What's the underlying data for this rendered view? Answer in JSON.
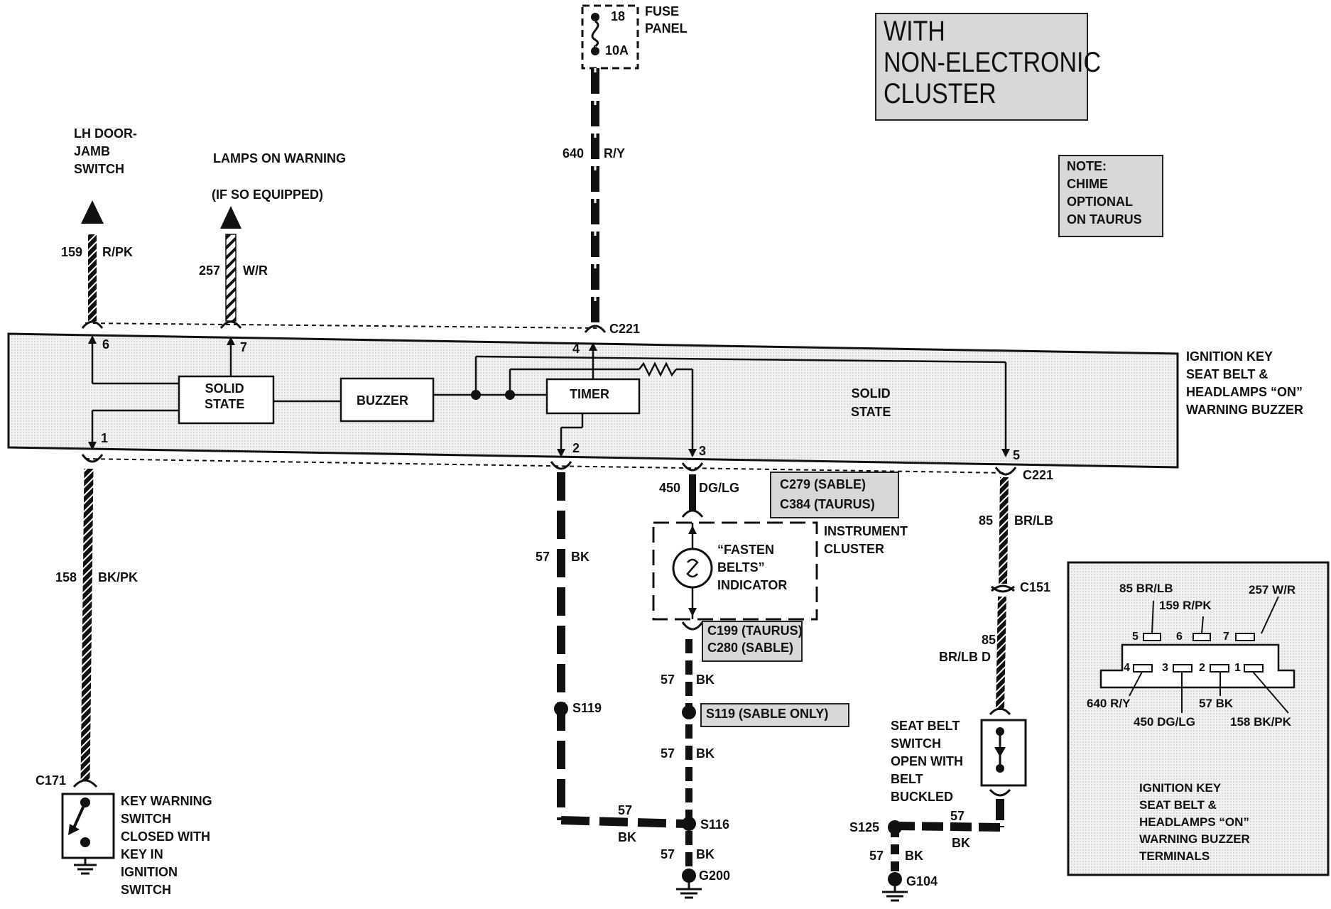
{
  "header_box": {
    "lines": [
      "WITH",
      "NON-ELECTRONIC",
      "CLUSTER"
    ]
  },
  "note_box": {
    "lines": [
      "NOTE:",
      "CHIME",
      "OPTIONAL",
      "ON TAURUS"
    ]
  },
  "fuse": {
    "number": "18",
    "rating": "10A",
    "label_lines": [
      "FUSE",
      "PANEL"
    ]
  },
  "circuits": {
    "c640": {
      "num": "640",
      "color": "R/Y"
    },
    "c159": {
      "num": "159",
      "color": "R/PK"
    },
    "c257": {
      "num": "257",
      "color": "W/R"
    },
    "c158": {
      "num": "158",
      "color": "BK/PK"
    },
    "c450": {
      "num": "450",
      "color": "DG/LG"
    },
    "c85a": {
      "num": "85",
      "color": "BR/LB"
    },
    "c85b": {
      "num": "85",
      "color": "BR/LB D"
    },
    "c57a": {
      "num": "57",
      "color": "BK"
    },
    "c57b": {
      "num": "57",
      "color": "BK"
    },
    "c57c": {
      "num": "57",
      "color": "BK"
    },
    "c57d": {
      "num": "57",
      "color": "BK"
    },
    "c57e": {
      "num": "57",
      "color": "BK"
    },
    "c57f": {
      "num": "57",
      "color": "BK"
    },
    "c57g": {
      "num": "57",
      "color": "BK"
    }
  },
  "destinations": {
    "lh_door": [
      "LH DOOR-",
      "JAMB",
      "SWITCH"
    ],
    "lamps_on": "LAMPS ON WARNING",
    "if_equipped": "(IF SO EQUIPPED)"
  },
  "connectors": {
    "c221_top": "C221",
    "c221_bottom": "C221",
    "c279_lines": [
      "C279 (SABLE)",
      "C384 (TAURUS)"
    ],
    "c199_lines": [
      "C199 (TAURUS)",
      "C280 (SABLE)"
    ],
    "c151": "C151",
    "c171": "C171"
  },
  "module": {
    "pins": {
      "p1": "1",
      "p2": "2",
      "p3": "3",
      "p4": "4",
      "p5": "5",
      "p6": "6",
      "p7": "7"
    },
    "solid_state_left": [
      "SOLID",
      "STATE"
    ],
    "buzzer": "BUZZER",
    "timer": "TIMER",
    "solid_state_right": [
      "SOLID",
      "STATE"
    ],
    "name_lines": [
      "IGNITION KEY",
      "SEAT BELT &",
      "HEADLAMPS “ON”",
      "WARNING BUZZER"
    ]
  },
  "instrument_cluster": {
    "name_lines": [
      "INSTRUMENT",
      "CLUSTER"
    ],
    "indicator_lines": [
      "“FASTEN",
      "BELTS”",
      "INDICATOR"
    ]
  },
  "splices": {
    "s119": "S119",
    "s119_sable": "S119 (SABLE ONLY)",
    "s116": "S116",
    "s125": "S125"
  },
  "grounds": {
    "g200": "G200",
    "g104": "G104"
  },
  "key_switch": [
    "KEY WARNING",
    "SWITCH",
    "CLOSED WITH",
    "KEY IN",
    "IGNITION",
    "SWITCH"
  ],
  "seatbelt_switch": [
    "SEAT BELT",
    "SWITCH",
    "OPEN WITH",
    "BELT",
    "BUCKLED"
  ],
  "terminals_inset": {
    "labels": {
      "t85": "85 BR/LB",
      "t159": "159 R/PK",
      "t257": "257 W/R",
      "t640": "640 R/Y",
      "t57": "57 BK",
      "t450": "450 DG/LG",
      "t158": "158 BK/PK"
    },
    "pins": {
      "p5": "5",
      "p6": "6",
      "p7": "7",
      "p4": "4",
      "p3": "3",
      "p2": "2",
      "p1": "1"
    },
    "caption_lines": [
      "IGNITION KEY",
      "SEAT BELT &",
      "HEADLAMPS “ON”",
      "WARNING BUZZER",
      "TERMINALS"
    ]
  }
}
